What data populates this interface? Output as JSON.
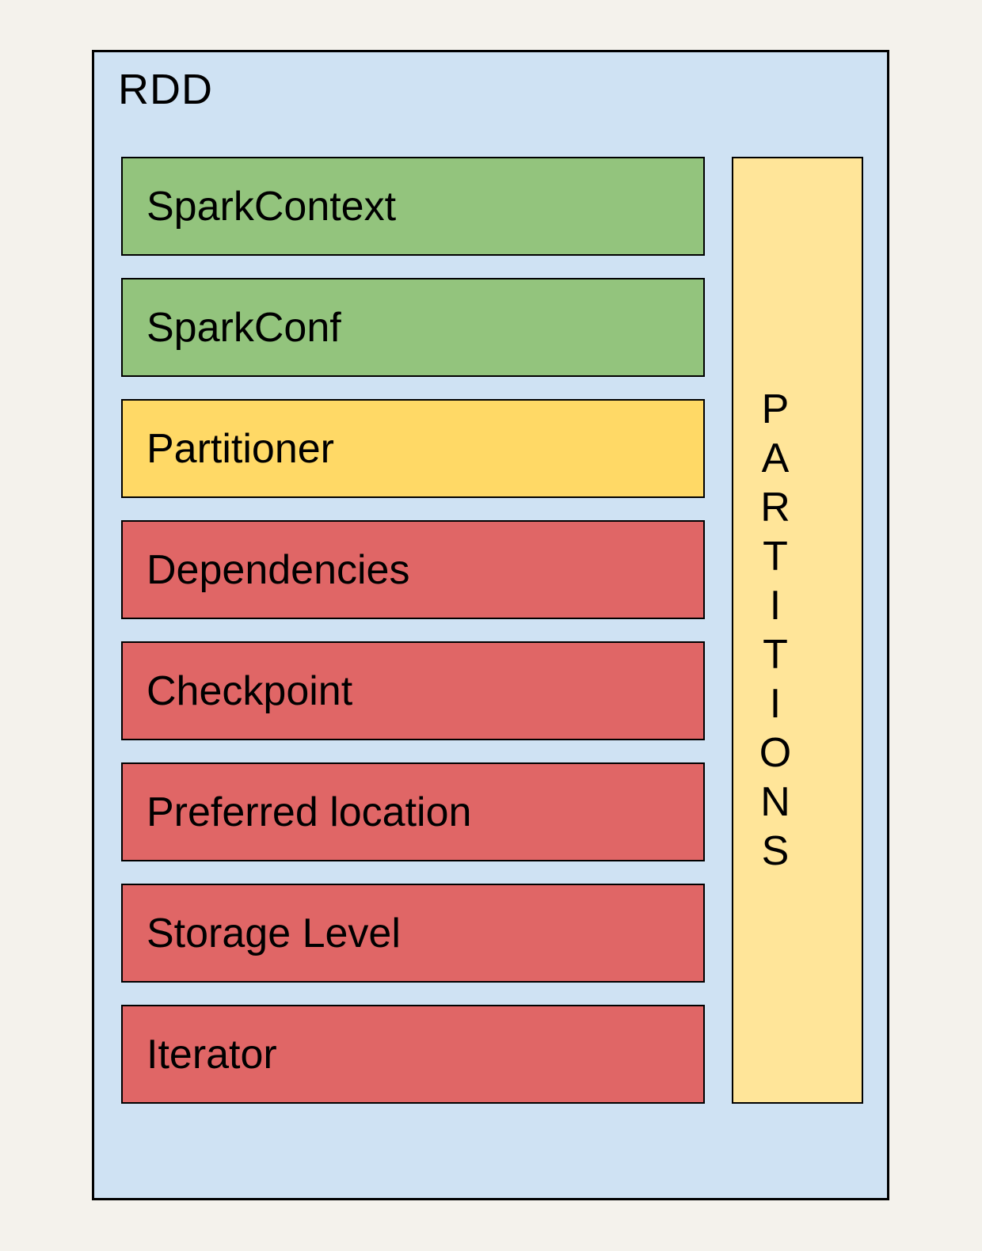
{
  "diagram": {
    "title": "RDD",
    "boxes": [
      {
        "label": "SparkContext",
        "type": "green"
      },
      {
        "label": "SparkConf",
        "type": "green"
      },
      {
        "label": "Partitioner",
        "type": "yellow"
      },
      {
        "label": "Dependencies",
        "type": "red"
      },
      {
        "label": "Checkpoint",
        "type": "red"
      },
      {
        "label": "Preferred location",
        "type": "red"
      },
      {
        "label": "Storage Level",
        "type": "red"
      },
      {
        "label": "Iterator",
        "type": "red"
      }
    ],
    "partitions_column": {
      "label": "PARTITIONS"
    },
    "colors": {
      "page_background": "#f4f2ec",
      "container_fill": "#cfe2f3",
      "green_fill": "#93c47d",
      "yellow_fill": "#ffd966",
      "light_yellow_fill": "#ffe599",
      "red_fill": "#e06666",
      "border": "#000000",
      "text": "#000000"
    }
  }
}
